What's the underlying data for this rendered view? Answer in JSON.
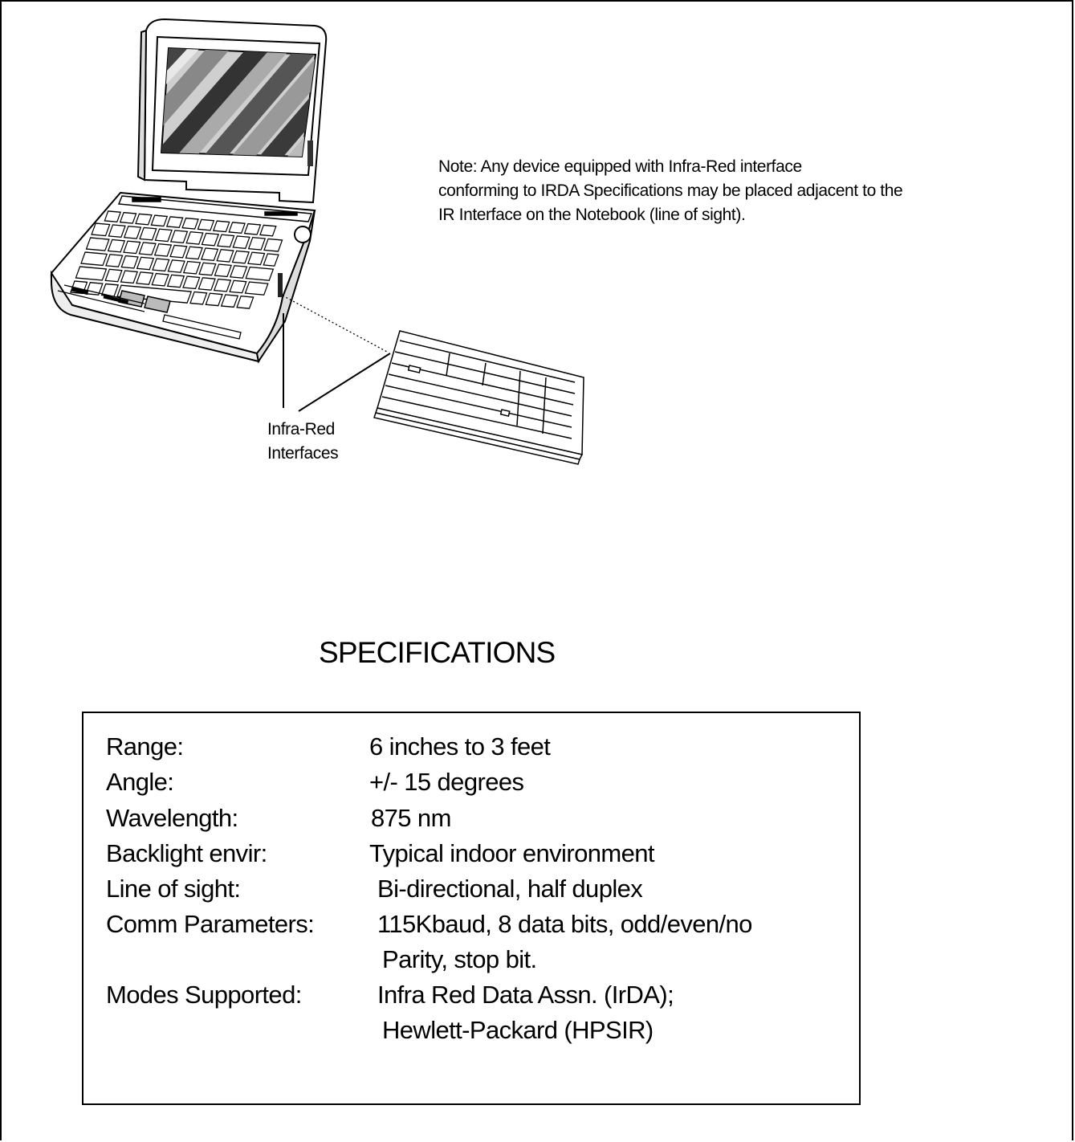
{
  "note": {
    "line1": "Note: Any device equipped with Infra-Red interface",
    "line2": "conforming to IRDA Specifications may be placed adjacent to the",
    "line3": "IR Interface on the Notebook (line of sight)."
  },
  "ir_label": {
    "line1": "Infra-Red",
    "line2": "Interfaces"
  },
  "specifications": {
    "title": "SPECIFICATIONS",
    "rows": [
      {
        "label": "Range:",
        "value": "6 inches to 3 feet"
      },
      {
        "label": "Angle:",
        "value": "+/- 15 degrees"
      },
      {
        "label": "Wavelength:",
        "value": "875 nm"
      },
      {
        "label": "Backlight envir:",
        "value": "Typical indoor environment"
      },
      {
        "label": "Line of sight:",
        "value": "Bi-directional, half duplex"
      },
      {
        "label": "Comm Parameters:",
        "value": "115Kbaud, 8 data bits, odd/even/no"
      },
      {
        "label": "",
        "value": "Parity, stop bit."
      },
      {
        "label": "Modes Supported:",
        "value": "Infra Red Data Assn. (IrDA);"
      },
      {
        "label": "",
        "value": "Hewlett-Packard (HPSIR)"
      }
    ]
  }
}
